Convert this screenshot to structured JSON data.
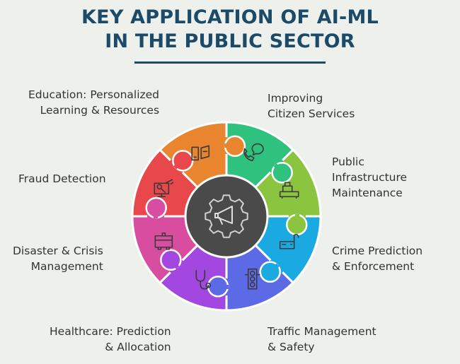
{
  "header": {
    "title_line1": "KEY APPLICATION OF AI-ML",
    "title_line2": "IN THE PUBLIC SECTOR"
  },
  "center": {
    "icon": "megaphone-gear-icon",
    "color": "#4a4a4a"
  },
  "segments": [
    {
      "id": "education",
      "line1": "Education: Personalized",
      "line2": "Learning & Resources",
      "icon": "book-tablet-icon",
      "color": "#e8852e"
    },
    {
      "id": "citizen-services",
      "line1": "Improving",
      "line2": "Citizen Services",
      "icon": "phone-chat-icon",
      "color": "#2ec27e"
    },
    {
      "id": "infrastructure",
      "line1": "Public",
      "line2": "Infrastructure",
      "line3": "Maintenance",
      "icon": "bulldozer-icon",
      "color": "#8bc53f"
    },
    {
      "id": "crime",
      "line1": "Crime Prediction",
      "line2": "& Enforcement",
      "icon": "handcuffs-radio-icon",
      "color": "#1aa9e0"
    },
    {
      "id": "traffic",
      "line1": "Traffic Management",
      "line2": "& Safety",
      "icon": "traffic-light-icon",
      "color": "#5d6ae6"
    },
    {
      "id": "healthcare",
      "line1": "Healthcare: Prediction",
      "line2": "& Allocation",
      "icon": "stethoscope-icon",
      "color": "#a248e0"
    },
    {
      "id": "disaster",
      "line1": "Disaster & Crisis",
      "line2": "Management",
      "icon": "ambulance-icon",
      "color": "#d94da0"
    },
    {
      "id": "fraud",
      "line1": "Fraud Detection",
      "icon": "monitor-magnifier-icon",
      "color": "#e8474b"
    }
  ]
}
